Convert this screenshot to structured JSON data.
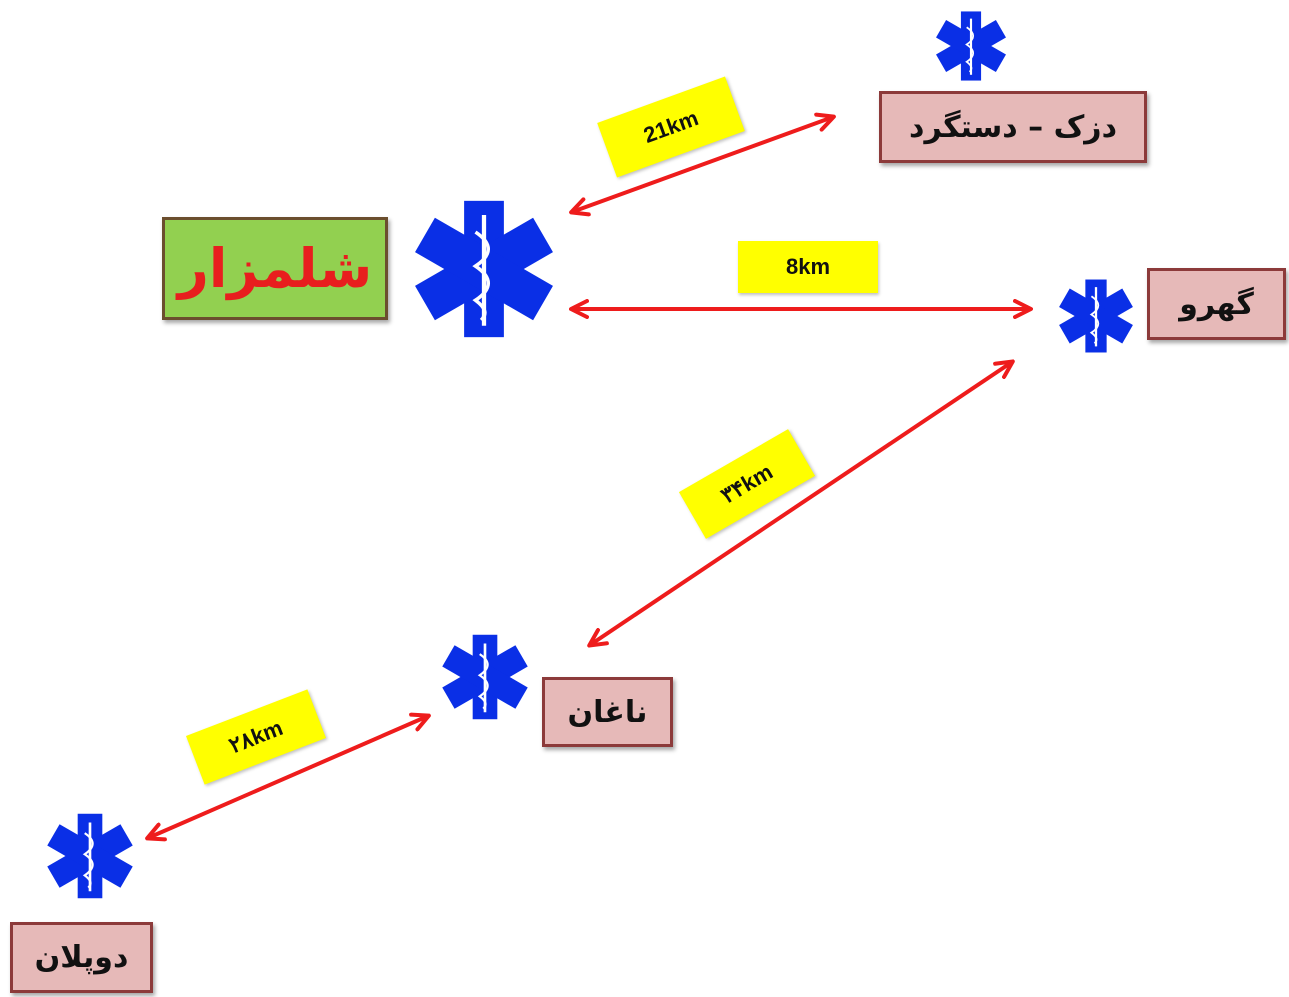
{
  "nodes": {
    "shelmazar": {
      "name": "شلمزار"
    },
    "dezak": {
      "name": "دزک – دستگرد"
    },
    "gahru": {
      "name": "گهرو"
    },
    "naghan": {
      "name": "ناغان"
    },
    "dupolan": {
      "name": "دوپلان"
    }
  },
  "distances": {
    "shelmazar_dezak": "21km",
    "shelmazar_gahru": "8km",
    "gahru_naghan": "۳۴km",
    "naghan_dupolan": "۲۸km"
  },
  "colors": {
    "arrow": "#ee1c1c",
    "star": "#0a2fe6",
    "label_bg": "#e6b9b8",
    "hub_bg": "#92d050",
    "hub_text": "#e81e1e",
    "distance_bg": "#ffff00"
  },
  "icons": {
    "star_of_life": "star-of-life-icon"
  }
}
